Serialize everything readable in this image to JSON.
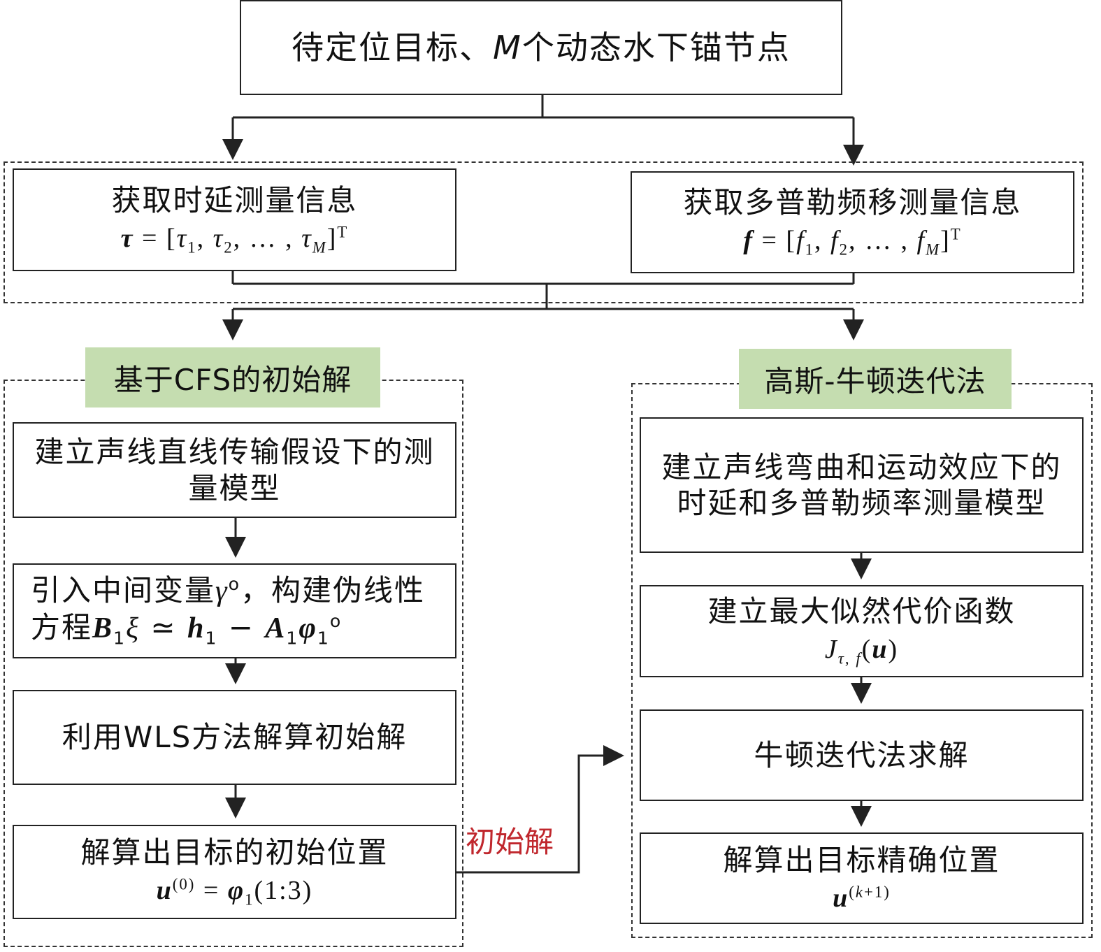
{
  "top": {
    "text": "待定位目标、M个动态水下锚节点"
  },
  "measure": {
    "delay": {
      "title": "获取时延测量信息",
      "formula": "τ = [τ1, τ2, … , τM]T"
    },
    "doppler": {
      "title": "获取多普勒频移测量信息",
      "formula": "f = [f1, f2, … , fM]T"
    }
  },
  "left": {
    "label": "基于CFS的初始解",
    "step1": "建立声线直线传输假设下的测量模型",
    "step2": "引入中间变量γo，构建伪线性方程B1ξ ≃ h1 − A1φ1o",
    "step3": "利用WLS方法解算初始解",
    "step4": {
      "title": "解算出目标的初始位置",
      "formula": "u(0) = φ1(1:3)"
    }
  },
  "right": {
    "label": "高斯-牛顿迭代法",
    "step1": "建立声线弯曲和运动效应下的时延和多普勒频率测量模型",
    "step2": {
      "title": "建立最大似然代价函数",
      "formula": "Jτ,f(u)"
    },
    "step3": "牛顿迭代法求解",
    "step4": {
      "title": "解算出目标精确位置",
      "formula": "u(k+1)"
    }
  },
  "connector_label": "初始解",
  "colors": {
    "label_bg": "#c5ddb0",
    "connector_label": "#c0272d",
    "line": "#222222"
  }
}
